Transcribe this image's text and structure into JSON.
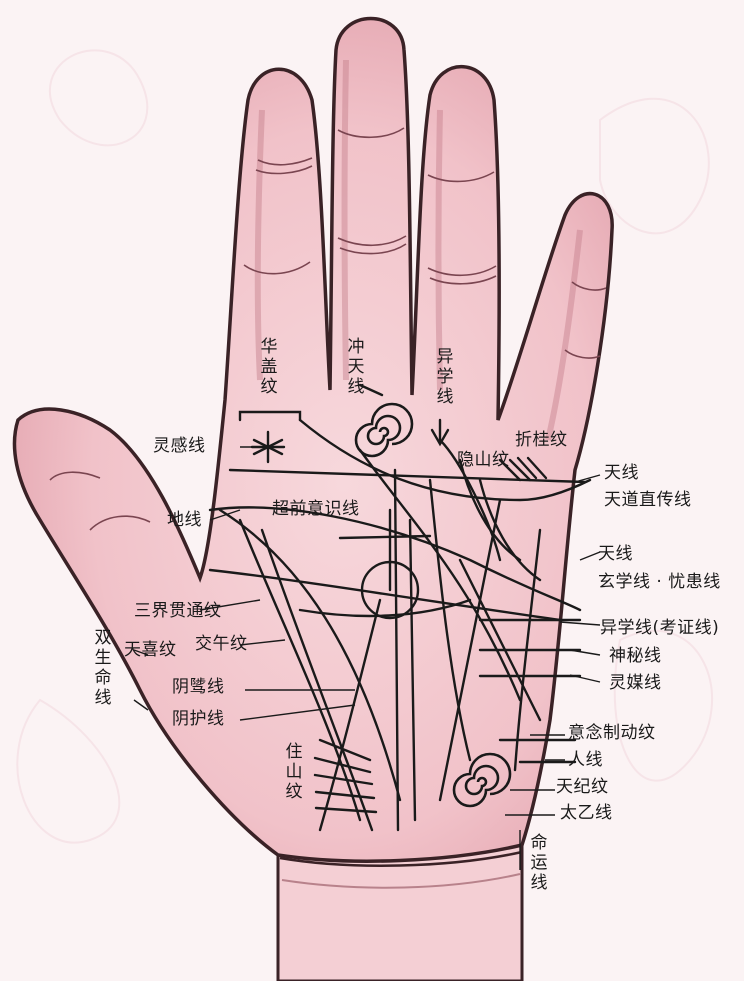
{
  "labels": {
    "hua_gai_wen": "华盖纹",
    "chong_tian_xian": "冲天线",
    "yi_xue_xian_top": "异学线",
    "ling_gan_xian": "灵感线",
    "zhe_gui_wen": "折桂纹",
    "yin_shan_wen": "隐山纹",
    "tian_xian_1": "天线",
    "tian_dao_zhi_chuan_xian": "天道直传线",
    "di_xian": "地线",
    "chao_qian_yi_shi_xian": "超前意识线",
    "tian_xian_2": "天线",
    "xuan_xue_xian": "玄学线 · 忧患线",
    "san_jie_guan_tong_wen": "三界贯通纹",
    "yi_xue_xian_kao_zheng": "异学线(考证线)",
    "tian_xi_wen": "天喜纹",
    "jiao_wu_wen": "交午纹",
    "shen_mi_xian": "神秘线",
    "shuang_sheng_ming_xian": "双生命线",
    "yin_zhi_xian": "阴骘线",
    "ling_mei_xian": "灵媒线",
    "yin_hu_xian": "阴护线",
    "yi_nian_zhi_dong_wen": "意念制动纹",
    "zhu_shan_wen": "住山纹",
    "ren_xian": "人线",
    "tian_ji_wen": "天纪纹",
    "tai_yi_xian": "太乙线",
    "ming_yun_xian": "命运线"
  },
  "colors": {
    "background": "#fbf3f4",
    "skin": "#f3c9cf",
    "skin_shadow": "#d9909b",
    "outline": "#3a2226",
    "line_ink": "#1a1a1a"
  },
  "icons": {
    "spiral_top": "spiral-icon",
    "spiral_bottom": "spiral-icon",
    "star_mark": "asterisk-star-icon",
    "cross_circle": "cross-circle-icon"
  }
}
